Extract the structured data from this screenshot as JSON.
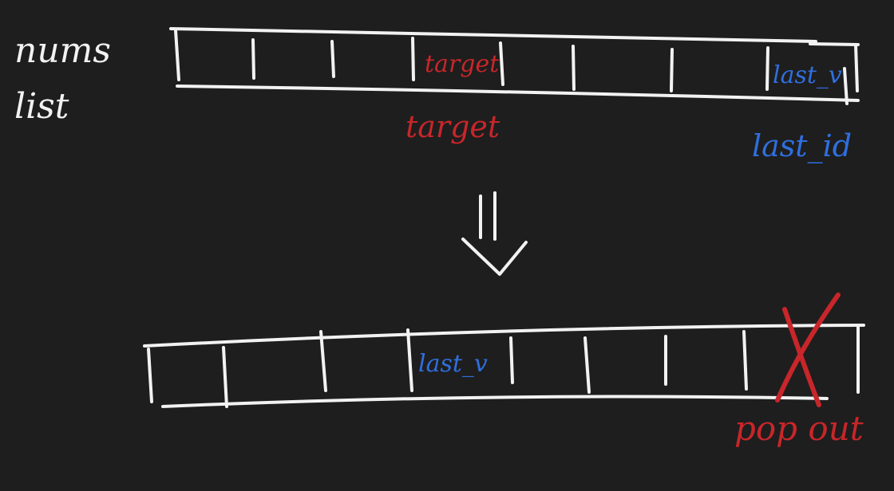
{
  "colors": {
    "background": "#1e1e1e",
    "ink": "#f2f2f2",
    "red": "#c8262a",
    "blue": "#2f6fe0"
  },
  "labels": {
    "nums": "nums",
    "list": "list",
    "target_in_cell": "target",
    "target_below": "target",
    "last_v_top": "last_v",
    "last_id": "last_id",
    "last_v_bottom": "last_v",
    "pop_out": "pop out"
  },
  "icons": {
    "arrow": "down-arrow-icon",
    "cross": "x-mark-icon"
  }
}
